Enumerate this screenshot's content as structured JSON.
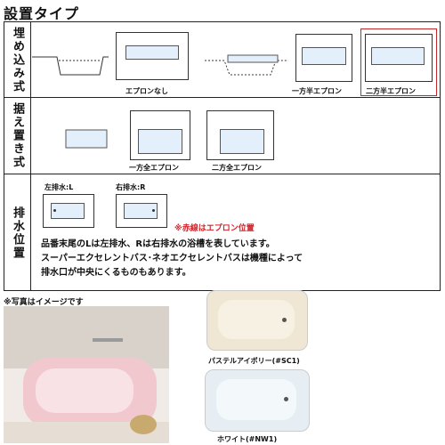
{
  "title": "設置タイプ",
  "rows": {
    "buried": {
      "label": "埋め込み式",
      "items": [
        "エプロンなし",
        "一方半エプロン",
        "二方半エプロン"
      ]
    },
    "placed": {
      "label": "据え置き式",
      "items": [
        "一方全エプロン",
        "二方全エプロン"
      ]
    },
    "drain": {
      "label": "排水位置",
      "left": "左排水:L",
      "right": "右排水:R",
      "red_note": "※赤線はエプロン位置",
      "note_lines": [
        "品番末尾のLは左排水、Rは右排水の浴槽を表しています。",
        "スーパーエクセレントバス･ネオエクセレントバスは機種によって",
        "排水口が中央にくるものもあります。"
      ]
    }
  },
  "photo": {
    "caption": "※写真はイメージです"
  },
  "colors": {
    "items": [
      "パステルアイボリー(#SC1)",
      "ホワイト(#NW1)"
    ]
  },
  "accent": "#c0282a"
}
